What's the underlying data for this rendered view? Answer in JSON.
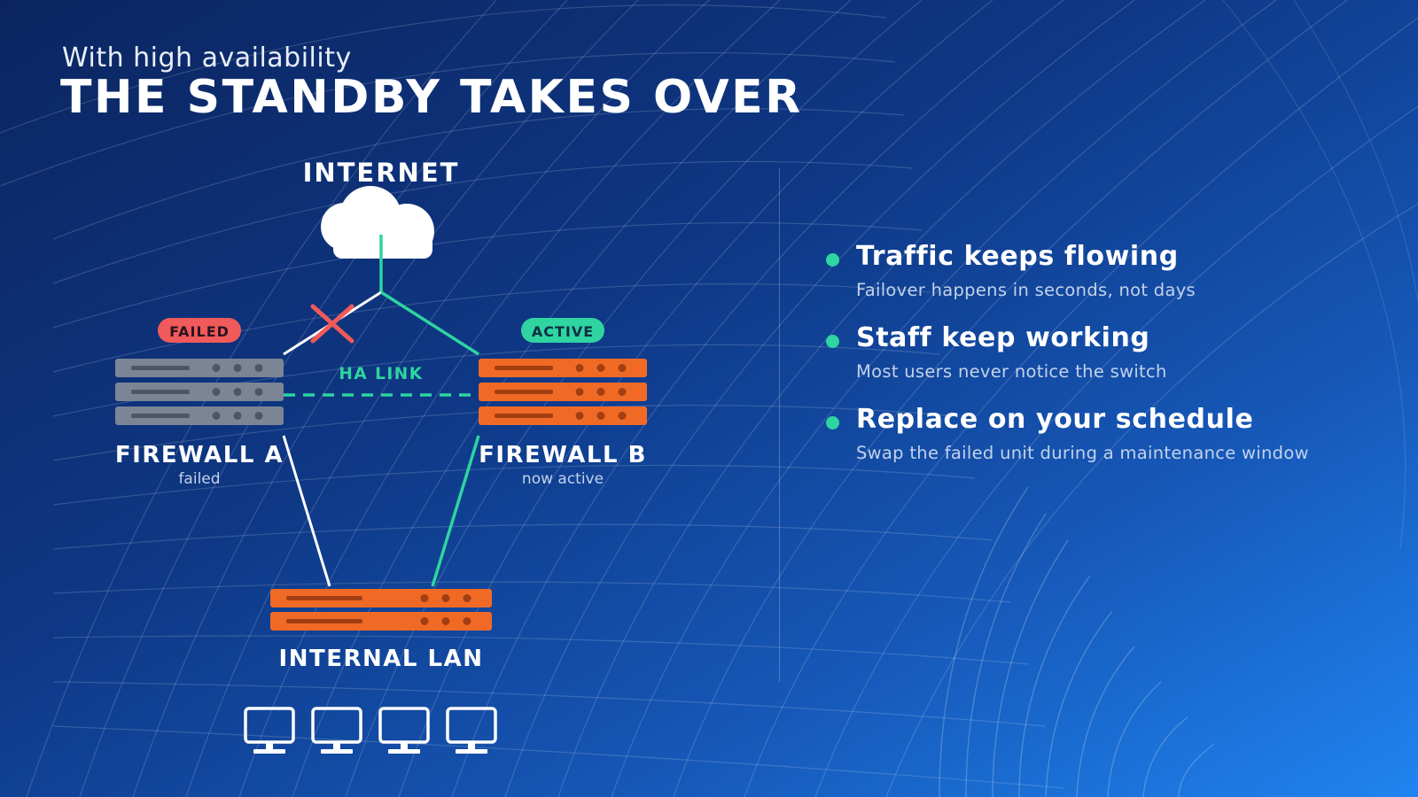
{
  "header": {
    "subtitle": "With high availability",
    "title": "THE STANDBY TAKES OVER"
  },
  "diagram": {
    "internet_label": "INTERNET",
    "ha_link_label": "HA LINK",
    "firewall_a": {
      "name": "FIREWALL A",
      "status_text": "failed",
      "badge": "FAILED"
    },
    "firewall_b": {
      "name": "FIREWALL B",
      "status_text": "now active",
      "badge": "ACTIVE"
    },
    "lan_label": "INTERNAL LAN",
    "workstation_count": 4
  },
  "bullets": [
    {
      "title": "Traffic keeps flowing",
      "desc": "Failover happens in seconds, not days"
    },
    {
      "title": "Staff keep working",
      "desc": "Most users never notice the switch"
    },
    {
      "title": "Replace on your schedule",
      "desc": "Swap the failed unit during a maintenance window"
    }
  ],
  "colors": {
    "accent_green": "#2fd4a0",
    "failed_red": "#f05a5a",
    "active_orange": "#f06a26",
    "failed_grey": "#7b8596",
    "background_dark": "#0c2560",
    "background_light": "#2084f0"
  },
  "icons": [
    "cloud-icon",
    "cross-icon",
    "server-rack-icon",
    "switch-icon",
    "monitor-icon"
  ]
}
